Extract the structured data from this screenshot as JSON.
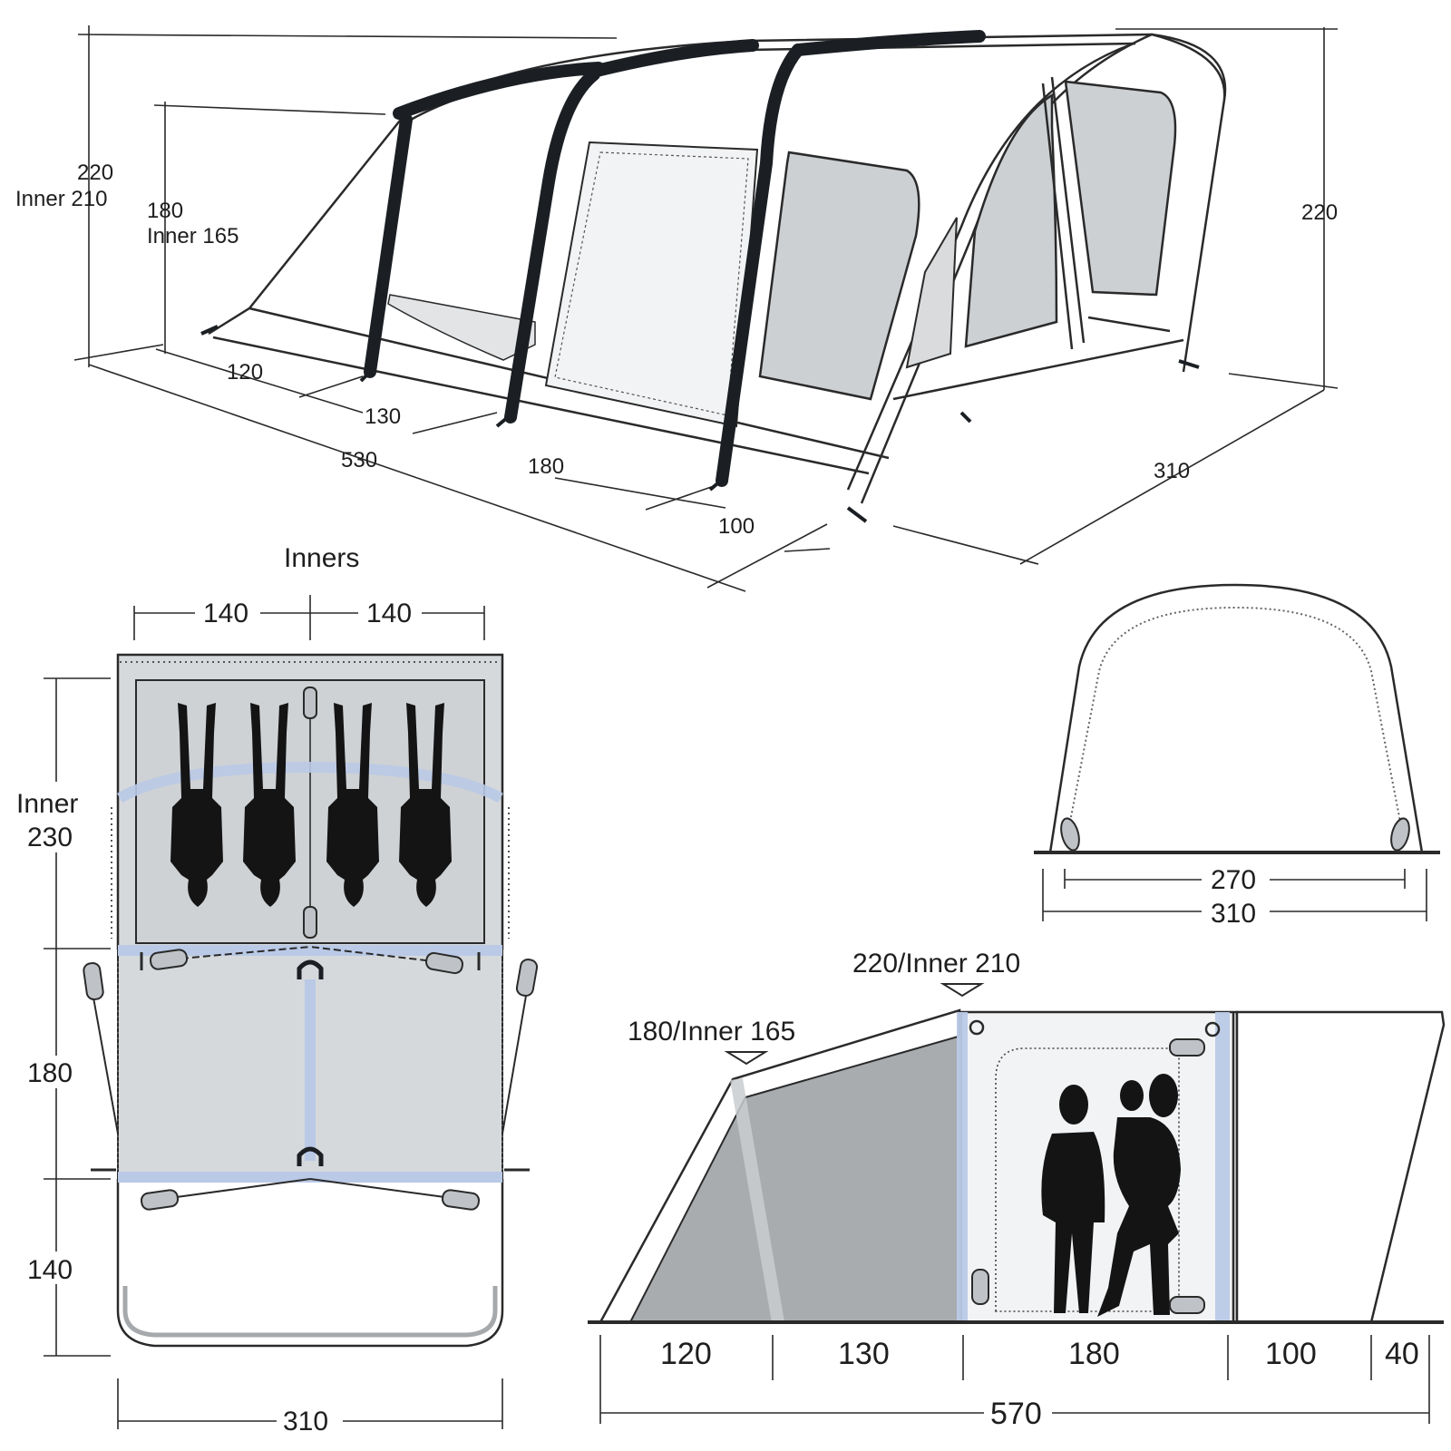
{
  "colors": {
    "line": "#2a2a2a",
    "beam": "#1b1f24",
    "panel_grey": "#d6d9dc",
    "window_grey": "#c9cccf",
    "pole_blue": "#b9c9e6",
    "silhouette": "#141414"
  },
  "perspective_view": {
    "height_left": "220",
    "height_left_inner": "Inner 210",
    "height_front": "180",
    "height_front_inner": "Inner 165",
    "height_right": "220",
    "seg_120": "120",
    "seg_130": "130",
    "seg_180": "180",
    "seg_100": "100",
    "total_length": "530",
    "width": "310"
  },
  "plan_view": {
    "title": "Inners",
    "inner_width_left": "140",
    "inner_width_right": "140",
    "inner_depth_line1": "Inner",
    "inner_depth_line2": "230",
    "living_depth": "180",
    "porch_depth": "140",
    "total_width": "310"
  },
  "end_view": {
    "inner_width": "270",
    "outer_width": "310"
  },
  "side_view": {
    "peak_label": "220/Inner 210",
    "front_label": "180/Inner 165",
    "seg_120": "120",
    "seg_130": "130",
    "seg_180": "180",
    "seg_100": "100",
    "seg_40": "40",
    "total_length": "570"
  }
}
